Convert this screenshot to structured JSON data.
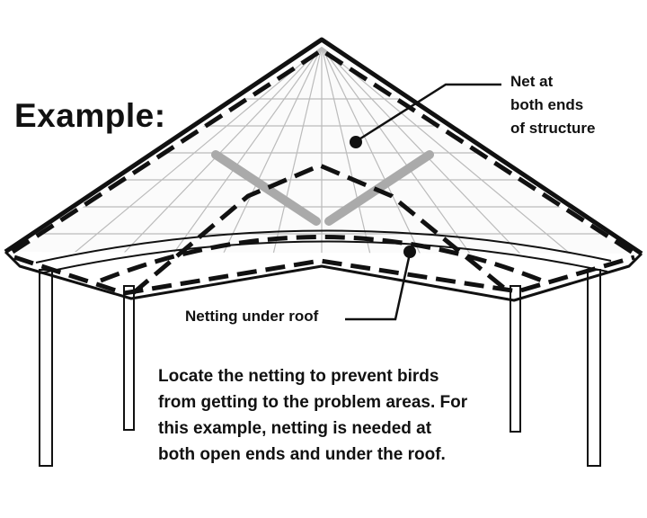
{
  "diagram": {
    "title": "Example:",
    "callouts": {
      "net_at_ends": [
        "Net at",
        "both ends",
        "of structure"
      ],
      "netting_under_roof": "Netting under roof"
    },
    "caption_lines": [
      "Locate the netting to prevent birds",
      "from getting to the problem areas. For",
      "this example, netting is needed at",
      "both open ends and under the roof."
    ]
  },
  "colors": {
    "ink": "#111111",
    "background": "#ffffff"
  }
}
